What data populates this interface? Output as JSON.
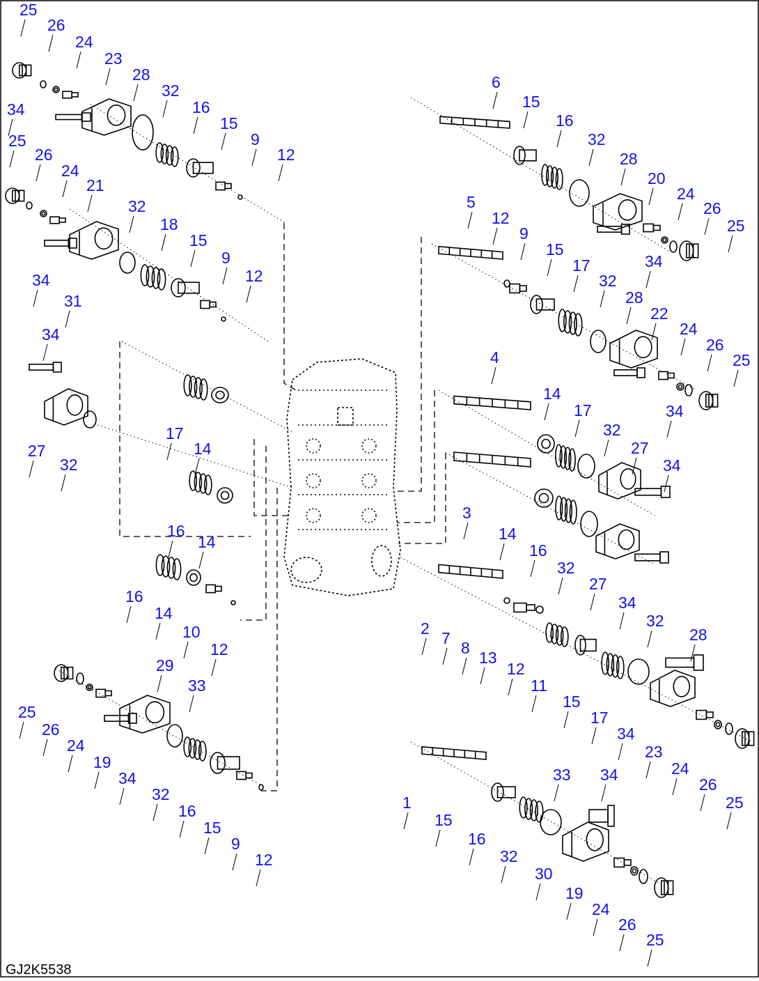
{
  "drawing_code": "GJ2K5538",
  "callouts": [
    "25",
    "26",
    "24",
    "23",
    "28",
    "32",
    "34",
    "16",
    "15",
    "9",
    "12",
    "25",
    "26",
    "24",
    "21",
    "32",
    "18",
    "15",
    "9",
    "12",
    "34",
    "31",
    "34",
    "27",
    "32",
    "17",
    "14",
    "16",
    "14",
    "16",
    "14",
    "10",
    "12",
    "25",
    "26",
    "24",
    "19",
    "29",
    "34",
    "33",
    "32",
    "16",
    "15",
    "9",
    "12",
    "6",
    "15",
    "16",
    "32",
    "28",
    "20",
    "24",
    "26",
    "25",
    "34",
    "5",
    "12",
    "9",
    "15",
    "17",
    "32",
    "28",
    "22",
    "24",
    "26",
    "25",
    "34",
    "4",
    "14",
    "17",
    "32",
    "27",
    "34",
    "3",
    "14",
    "16",
    "32",
    "27",
    "34",
    "2",
    "7",
    "8",
    "13",
    "12",
    "11",
    "15",
    "17",
    "32",
    "28",
    "34",
    "23",
    "24",
    "26",
    "25",
    "1",
    "15",
    "16",
    "32",
    "33",
    "34",
    "30",
    "19",
    "24",
    "26",
    "25"
  ]
}
